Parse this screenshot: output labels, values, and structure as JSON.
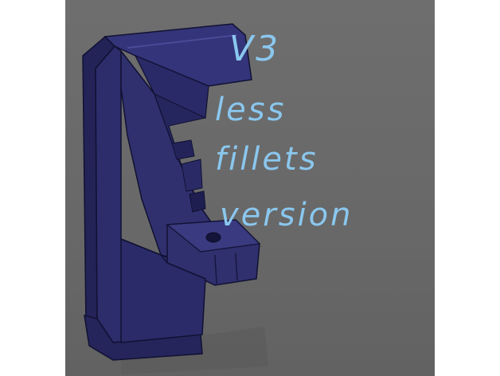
{
  "annotation": {
    "line1": "V3",
    "line2": "less",
    "line3": "fillets",
    "line4": "version",
    "color": "#8ac7ee"
  },
  "scene": {
    "background_color": "#686868",
    "part_color": "#2b2b66",
    "edge_color": "#111133"
  }
}
